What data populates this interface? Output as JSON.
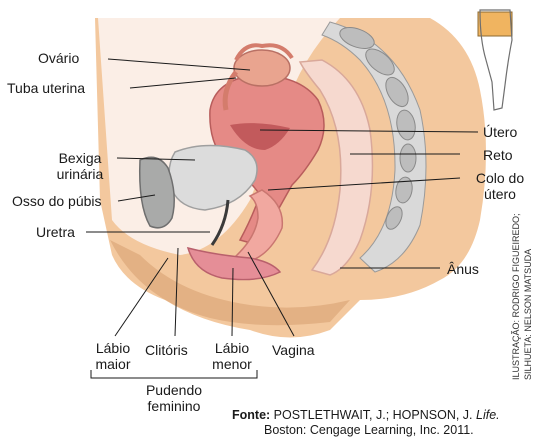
{
  "labels": {
    "ovario": "Ovário",
    "tuba": "Tuba uterina",
    "bexiga_1": "Bexiga",
    "bexiga_2": "urinária",
    "osso": "Osso do púbis",
    "uretra": "Uretra",
    "utero": "Útero",
    "reto": "Reto",
    "colo_1": "Colo do",
    "colo_2": "útero",
    "anus": "Ânus",
    "labio_maior_1": "Lábio",
    "labio_maior_2": "maior",
    "clitoris": "Clitóris",
    "labio_menor_1": "Lábio",
    "labio_menor_2": "menor",
    "vagina": "Vagina",
    "pudendo_1": "Pudendo",
    "pudendo_2": "feminino"
  },
  "credit": {
    "fonte_label": "Fonte:",
    "line1_text": " POSTLETHWAIT, J.; HOPNSON, J. ",
    "line1_italic": "Life.",
    "line2": "Boston: Cengage Learning, Inc. 2011."
  },
  "illustration_credit": {
    "line1": "ILUSTRAÇÃO: RODRIGO FIGUEIREDO;",
    "line2": "SILHUETA: NELSON MATSUDA"
  },
  "colors": {
    "skin": "#f3c89e",
    "skin_shadow": "#e0a878",
    "uterus": "#e58a86",
    "uterus_inner": "#c25a5c",
    "bladder": "#dcdcdc",
    "bone": "#a9aaa9",
    "rectum": "#f6d9cf",
    "locator_box": "#f0b460"
  }
}
